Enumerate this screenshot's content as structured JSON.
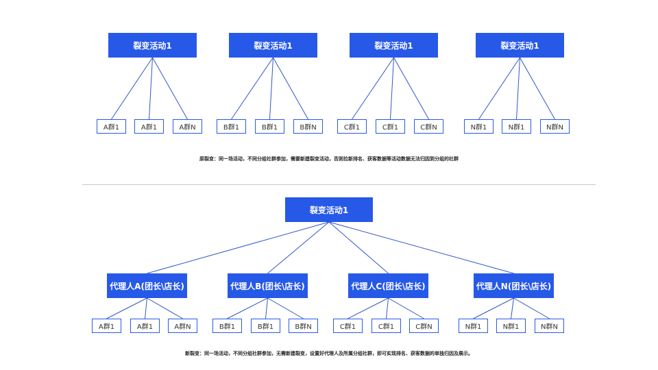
{
  "top_diagram": {
    "activities": [
      {
        "label": "裂变活动1",
        "groups": [
          "A群1",
          "A群1",
          "A群N"
        ]
      },
      {
        "label": "裂变活动1",
        "groups": [
          "B群1",
          "B群1",
          "B群N"
        ]
      },
      {
        "label": "裂变活动1",
        "groups": [
          "C群1",
          "C群1",
          "C群N"
        ]
      },
      {
        "label": "裂变活动1",
        "groups": [
          "N群1",
          "N群1",
          "N群N"
        ]
      }
    ],
    "caption": "原裂变：同一场活动，不同分组社群参加，需要新建裂变活动，否则拉新排名、获客数据等活动数据无法归因到分组的社群"
  },
  "bottom_diagram": {
    "root": "裂变活动1",
    "agents": [
      {
        "label": "代理人A(团长\\店长)",
        "groups": [
          "A群1",
          "A群1",
          "A群N"
        ]
      },
      {
        "label": "代理人B(团长\\店长)",
        "groups": [
          "B群1",
          "B群1",
          "B群N"
        ]
      },
      {
        "label": "代理人C(团长\\店长)",
        "groups": [
          "C群1",
          "C群1",
          "C群N"
        ]
      },
      {
        "label": "代理人N(团长\\店长)",
        "groups": [
          "N群1",
          "N群1",
          "N群N"
        ]
      }
    ],
    "caption": "新裂变：同一场活动，不同分组社群参加，无需新建裂变，设置好代理人及所属分组社群，即可实现排名、获客数据的单独归因及展示。"
  },
  "colors": {
    "node_fill": "#2759e8",
    "line": "#2f55c8",
    "divider": "#c8c8c8"
  }
}
